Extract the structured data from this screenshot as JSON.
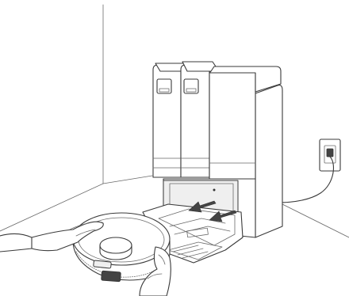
{
  "figure": {
    "subject": "robot-vacuum-docking-illustration",
    "stroke_color": "#3a3a3a",
    "background_color": "#ffffff",
    "arrow_color": "#444444",
    "parts": [
      {
        "id": "room-corner",
        "icon": "room-corner-lines"
      },
      {
        "id": "wall-socket",
        "icon": "power-outlet-icon"
      },
      {
        "id": "power-cable",
        "icon": "cable-icon"
      },
      {
        "id": "docking-station",
        "icon": "dock-station-icon"
      },
      {
        "id": "water-tank-left",
        "icon": "tank-icon"
      },
      {
        "id": "water-tank-right",
        "icon": "tank-icon"
      },
      {
        "id": "dust-bin",
        "icon": "bin-icon"
      },
      {
        "id": "base-ramp",
        "icon": "ramp-icon"
      },
      {
        "id": "guide-arrows",
        "icon": "arrow-icon",
        "count": 2
      },
      {
        "id": "robot-vacuum",
        "icon": "robot-vacuum-icon"
      },
      {
        "id": "hands",
        "icon": "hand-icon",
        "count": 2
      }
    ]
  }
}
